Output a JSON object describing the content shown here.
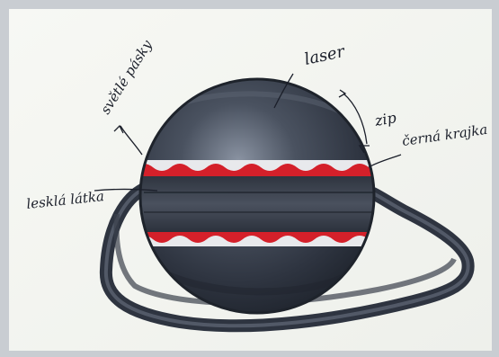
{
  "labels": {
    "laser": "laser",
    "svetle_pasky": "světlé pásky",
    "zip": "zip",
    "cerna_krajka": "černá krajka",
    "lesklac_latka": "lesklá látka"
  },
  "colors": {
    "paper": "#f6f7f3",
    "bag_dark": "#2a2f3a",
    "bag_mid": "#444b58",
    "bag_light": "#7e8694",
    "band": "#3b414d",
    "lace_red": "#d4202a",
    "lace_white": "#e8e9ec",
    "ink": "#1b1f2a"
  },
  "icons": {
    "callout": "arrow-line-icon"
  }
}
